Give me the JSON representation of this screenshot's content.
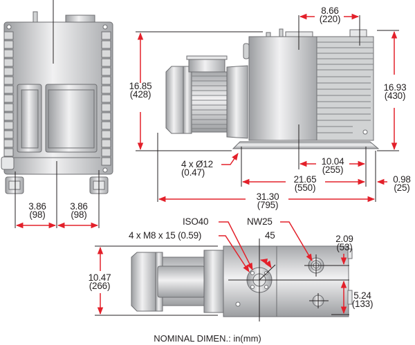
{
  "diagram": {
    "caption": "NOMINAL DIMEN.: in(mm)",
    "colors": {
      "dimension_red": "#e3202a",
      "line_black": "#231f20",
      "body_gray": "#c9cacc",
      "outline_gray": "#6d6e71"
    },
    "views": {
      "end_view": {
        "dims": [
          {
            "id": "foot_left",
            "in": "3.86",
            "mm": "(98)"
          },
          {
            "id": "foot_right",
            "in": "3.86",
            "mm": "(98)"
          }
        ]
      },
      "side_view": {
        "dims": [
          {
            "id": "top_width",
            "in": "8.66",
            "mm": "(220)"
          },
          {
            "id": "height_left",
            "in": "16.85",
            "mm": "(428)"
          },
          {
            "id": "height_right",
            "in": "16.93",
            "mm": "(430)"
          },
          {
            "id": "mount_holes",
            "in": "4 x Ø12",
            "mm": "(0.47)"
          },
          {
            "id": "center_to_foot",
            "in": "10.04",
            "mm": "(255)"
          },
          {
            "id": "foot_spacing",
            "in": "21.65",
            "mm": "(550)"
          },
          {
            "id": "foot_overhang",
            "in": "0.98",
            "mm": "(25)"
          },
          {
            "id": "overall_length",
            "in": "31.30",
            "mm": "(795)"
          }
        ]
      },
      "top_view": {
        "callouts": {
          "inlet": "ISO40",
          "bolts": "4 x M8 x 15 (0.59)",
          "exhaust": "NW25",
          "angle": "45"
        },
        "dims": [
          {
            "id": "width",
            "in": "10.47",
            "mm": "(266)"
          },
          {
            "id": "exhaust_offset",
            "in": "2.09",
            "mm": "(53)"
          },
          {
            "id": "lower_offset",
            "in": "5.24",
            "mm": "(133)"
          }
        ]
      }
    }
  }
}
